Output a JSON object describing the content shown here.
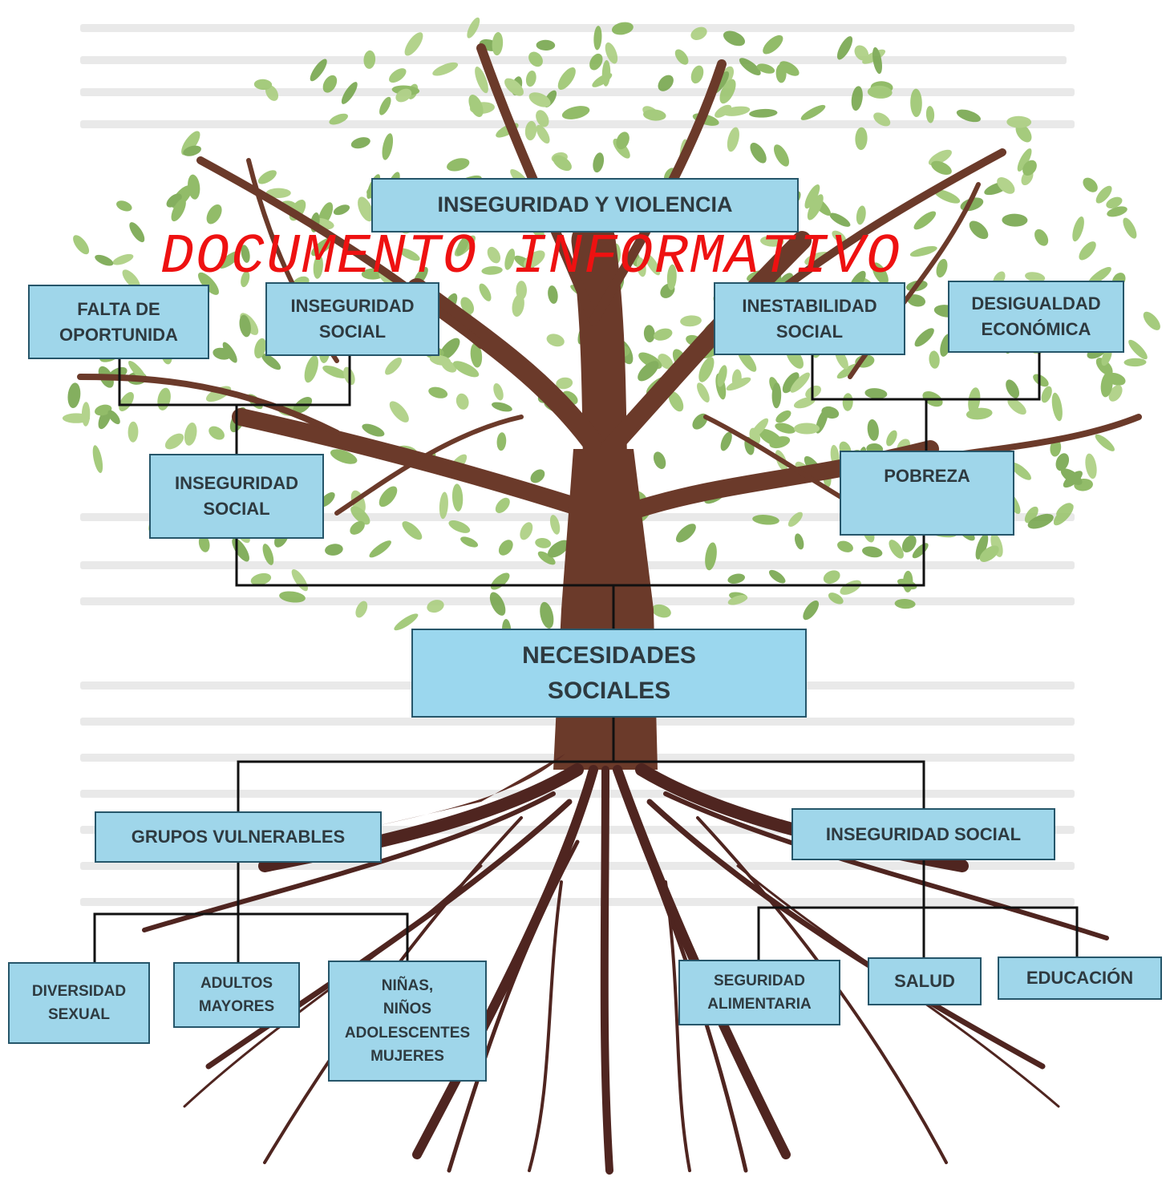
{
  "diagram": {
    "top": "INSEGURIDAD Y VIOLENCIA",
    "watermark": "DOCUMENTO INFORMATIVO",
    "causes_upper": {
      "falta_oportunidad": "FALTA DE\nOPORTUNIDA",
      "inseguridad_social": "INSEGURIDAD\nSOCIAL",
      "inestabilidad_social": "INESTABILIDAD\nSOCIAL",
      "desigualdad_economica": "DESIGUALDAD\nECONÓMICA"
    },
    "causes_mid": {
      "inseguridad_social": "INSEGURIDAD\nSOCIAL",
      "pobreza": "POBREZA"
    },
    "center": "NECESIDADES\nSOCIALES",
    "roots": {
      "grupos_vulnerables": "GRUPOS VULNERABLES",
      "inseguridad_social": "INSEGURIDAD SOCIAL"
    },
    "grupos_items": [
      "DIVERSIDAD\nSEXUAL",
      "ADULTOS\nMAYORES",
      "NIÑAS,\nNIÑOS\nADOLESCENTES\nMUJERES"
    ],
    "inseguridad_items": [
      "SEGURIDAD\nALIMENTARIA",
      "SALUD",
      "EDUCACIÓN"
    ],
    "colors": {
      "box_fill": "#9fd6ea",
      "box_border": "#26566a",
      "trunk": "#6b3a2a",
      "leaf": "#8dbb5a",
      "watermark": "#ee1111"
    }
  }
}
